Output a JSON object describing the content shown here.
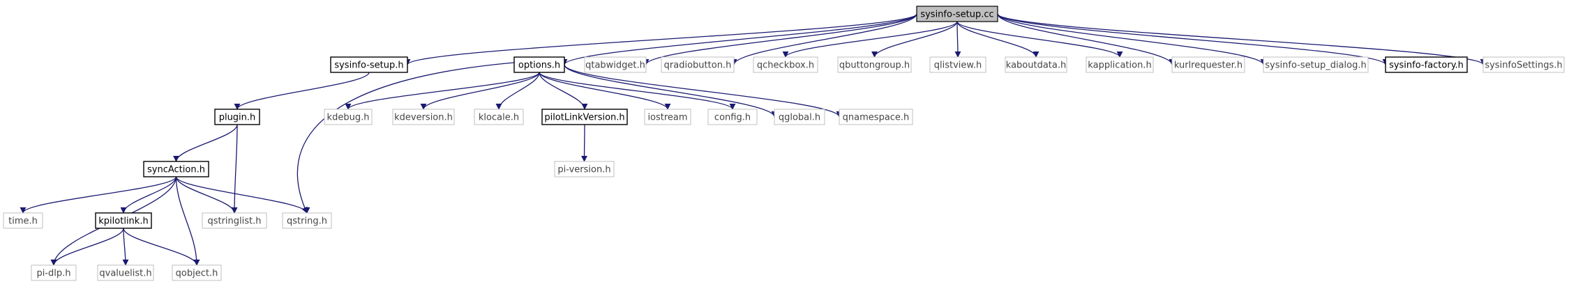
{
  "colors": {
    "edge": "#191970",
    "root_fill": "#bfbfbf",
    "root_border": "#000000",
    "doc_border": "#000000",
    "external_border": "#bfbfbf",
    "background": "#ffffff"
  },
  "nodes": {
    "root": "sysinfo-setup.cc",
    "sysinfo_setup_h": "sysinfo-setup.h",
    "options_h": "options.h",
    "qtabwidget_h": "qtabwidget.h",
    "qradiobutton_h": "qradiobutton.h",
    "qcheckbox_h": "qcheckbox.h",
    "qbuttongroup_h": "qbuttongroup.h",
    "qlistview_h": "qlistview.h",
    "kaboutdata_h": "kaboutdata.h",
    "kapplication_h": "kapplication.h",
    "kurlrequester_h": "kurlrequester.h",
    "sysinfo_setup_dialog_h": "sysinfo-setup_dialog.h",
    "sysinfo_factory_h": "sysinfo-factory.h",
    "sysinfoSettings_h": "sysinfoSettings.h",
    "plugin_h": "plugin.h",
    "kdebug_h": "kdebug.h",
    "kdeversion_h": "kdeversion.h",
    "klocale_h": "klocale.h",
    "pilotLinkVersion_h": "pilotLinkVersion.h",
    "iostream": "iostream",
    "config_h": "config.h",
    "qglobal_h": "qglobal.h",
    "qnamespace_h": "qnamespace.h",
    "syncAction_h": "syncAction.h",
    "pi_version_h": "pi-version.h",
    "time_h": "time.h",
    "kpilotlink_h": "kpilotlink.h",
    "qstringlist_h": "qstringlist.h",
    "qstring_h": "qstring.h",
    "pi_dlp_h": "pi-dlp.h",
    "qvaluelist_h": "qvaluelist.h",
    "qobject_h": "qobject.h"
  },
  "edges": [
    [
      "root",
      "sysinfo_setup_h"
    ],
    [
      "root",
      "options_h"
    ],
    [
      "root",
      "qtabwidget_h"
    ],
    [
      "root",
      "qradiobutton_h"
    ],
    [
      "root",
      "qcheckbox_h"
    ],
    [
      "root",
      "qbuttongroup_h"
    ],
    [
      "root",
      "qlistview_h"
    ],
    [
      "root",
      "kaboutdata_h"
    ],
    [
      "root",
      "kapplication_h"
    ],
    [
      "root",
      "kurlrequester_h"
    ],
    [
      "root",
      "sysinfo_setup_dialog_h"
    ],
    [
      "root",
      "sysinfo_factory_h"
    ],
    [
      "root",
      "sysinfoSettings_h"
    ],
    [
      "sysinfo_setup_h",
      "plugin_h"
    ],
    [
      "options_h",
      "qstring_h"
    ],
    [
      "options_h",
      "kdebug_h"
    ],
    [
      "options_h",
      "kdeversion_h"
    ],
    [
      "options_h",
      "klocale_h"
    ],
    [
      "options_h",
      "pilotLinkVersion_h"
    ],
    [
      "options_h",
      "iostream"
    ],
    [
      "options_h",
      "config_h"
    ],
    [
      "options_h",
      "qglobal_h"
    ],
    [
      "options_h",
      "qnamespace_h"
    ],
    [
      "pilotLinkVersion_h",
      "pi_version_h"
    ],
    [
      "plugin_h",
      "syncAction_h"
    ],
    [
      "plugin_h",
      "qstringlist_h"
    ],
    [
      "syncAction_h",
      "time_h"
    ],
    [
      "syncAction_h",
      "kpilotlink_h"
    ],
    [
      "syncAction_h",
      "qstringlist_h"
    ],
    [
      "syncAction_h",
      "qstring_h"
    ],
    [
      "syncAction_h",
      "pi_dlp_h"
    ],
    [
      "syncAction_h",
      "qobject_h"
    ],
    [
      "kpilotlink_h",
      "pi_dlp_h"
    ],
    [
      "kpilotlink_h",
      "qvaluelist_h"
    ],
    [
      "kpilotlink_h",
      "qobject_h"
    ]
  ]
}
